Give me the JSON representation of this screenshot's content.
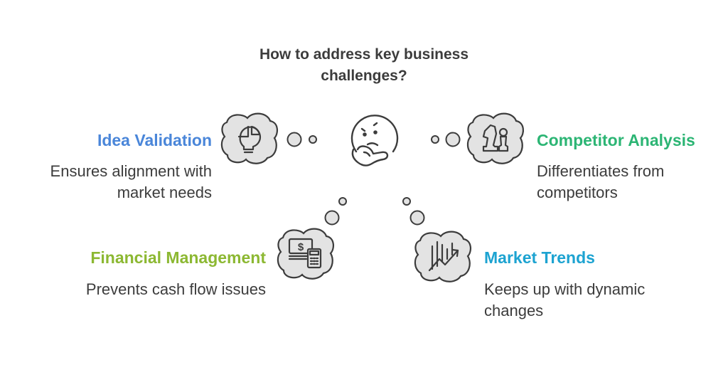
{
  "title": "How to address key business challenges?",
  "colors": {
    "idea_validation": "#4a86d9",
    "competitor_analysis": "#2cb574",
    "financial_management": "#8cb832",
    "market_trends": "#1da3d1",
    "icon_fill": "#e3e3e3",
    "outline": "#3c3c3c"
  },
  "items": [
    {
      "heading": "Idea Validation",
      "description": "Ensures alignment with market needs",
      "icon": "lightbulb-pie-icon"
    },
    {
      "heading": "Competitor Analysis",
      "description": "Differentiates from competitors",
      "icon": "chess-pieces-icon"
    },
    {
      "heading": "Financial Management",
      "description": "Prevents cash flow issues",
      "icon": "cash-calculator-icon"
    },
    {
      "heading": "Market Trends",
      "description": "Keeps up with dynamic changes",
      "icon": "trend-chart-icon"
    }
  ],
  "center_icon": "thinking-face-icon"
}
